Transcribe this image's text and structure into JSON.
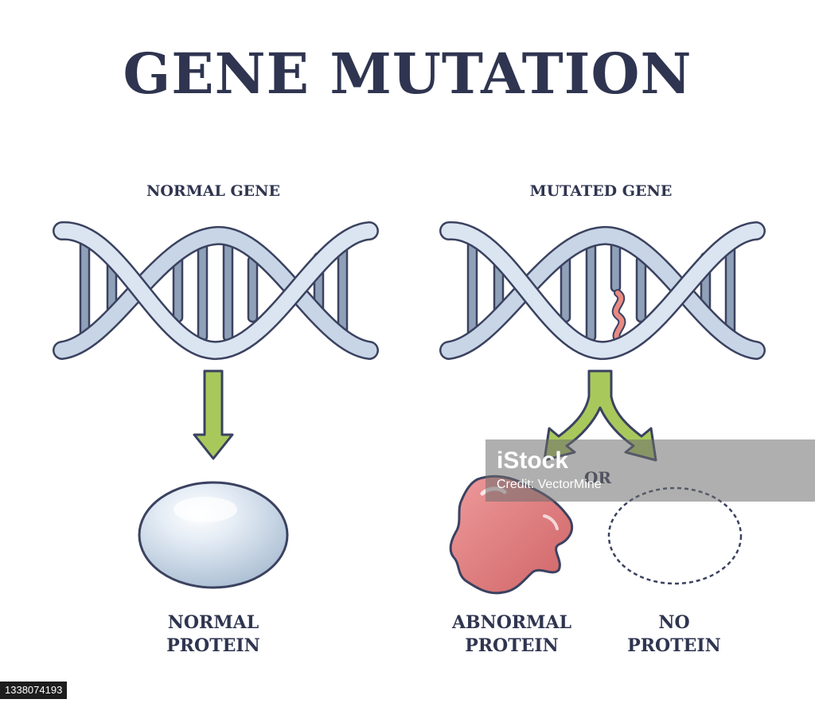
{
  "title": "GENE MUTATION",
  "normal": {
    "heading": "NORMAL GENE",
    "protein_line1": "NORMAL",
    "protein_line2": "PROTEIN"
  },
  "mutated": {
    "heading": "MUTATED GENE",
    "or_label": "OR",
    "abnormal_line1": "ABNORMAL",
    "abnormal_line2": "PROTEIN",
    "none_line1": "NO",
    "none_line2": "PROTEIN"
  },
  "watermark": {
    "logo": "iStock",
    "credit": "Credit: VectorMine"
  },
  "stock_id": "1338074193",
  "colors": {
    "title": "#2f3550",
    "outline": "#3b4260",
    "strand": "#c7d5e6",
    "base_pair": "#8fa1b8",
    "arrow": "#a9c85c",
    "normal_protein": "#d9e3ee",
    "abnormal_protein": "#dc7a7d",
    "mutation_segment": "#e98a83"
  }
}
